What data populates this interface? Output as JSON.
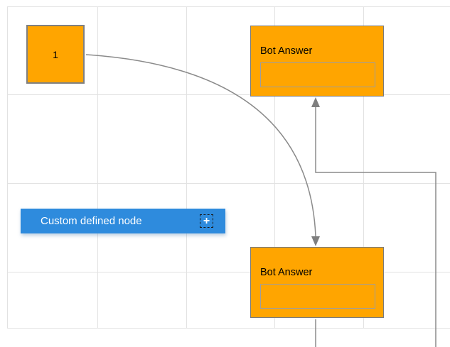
{
  "canvas": {
    "grid_color": "#e2e2e2"
  },
  "nodes": {
    "node1": {
      "label": "1",
      "fill": "#FFA500",
      "stroke": "#808080"
    },
    "bot_answer_top": {
      "title": "Bot Answer",
      "input_value": "",
      "fill": "#FFA500"
    },
    "bot_answer_bottom": {
      "title": "Bot Answer",
      "input_value": "",
      "fill": "#FFA500"
    },
    "custom_node": {
      "label": "Custom defined node",
      "plus_icon": "+",
      "fill": "#2E8BDD",
      "text_color": "#ffffff"
    }
  },
  "connectors": {
    "color": "#8b8b8b",
    "arrow_color": "#7f7f7f"
  }
}
